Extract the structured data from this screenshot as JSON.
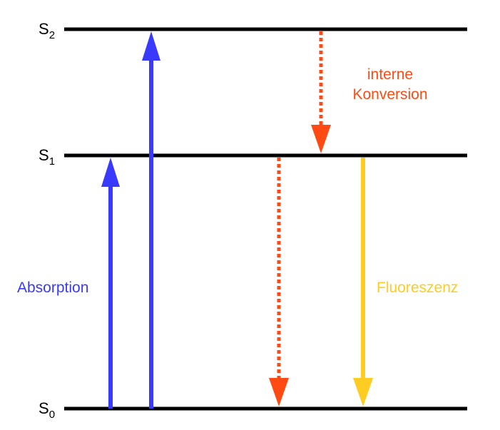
{
  "levels": [
    {
      "symbol": "S",
      "subscript": "2"
    },
    {
      "symbol": "S",
      "subscript": "1"
    },
    {
      "symbol": "S",
      "subscript": "0"
    }
  ],
  "labels": {
    "absorption": "Absorption",
    "internal_conversion_line1": "interne",
    "internal_conversion_line2": "Konversion",
    "fluorescence": "Fluoreszenz"
  },
  "colors": {
    "level_line": "#000000",
    "absorption": "#3a3aff",
    "internal_conversion": "#ff4a14",
    "fluorescence": "#ffcc22"
  }
}
